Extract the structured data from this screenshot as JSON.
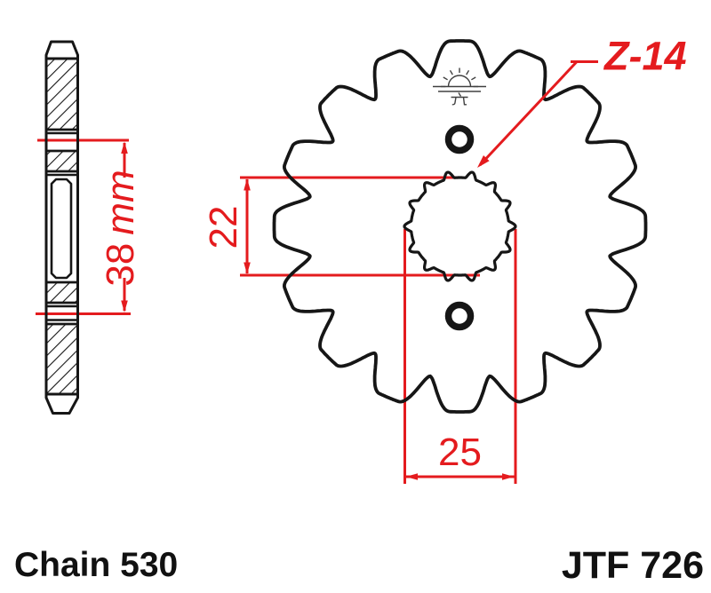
{
  "title": "Front sprocket technical drawing",
  "labels": {
    "teeth": "Z-14",
    "bore_height_mm": "22",
    "bore_width_mm": "25",
    "hub_length": "38",
    "hub_length_unit": "mm",
    "chain": "Chain 530",
    "model": "JTF 726"
  },
  "colors": {
    "dimension_red": "#e41b1e",
    "line_black": "#161616",
    "logo_gray": "#404040",
    "background": "#ffffff"
  },
  "sprocket": {
    "teeth_drawn": 16,
    "spline_lobes": 14
  }
}
